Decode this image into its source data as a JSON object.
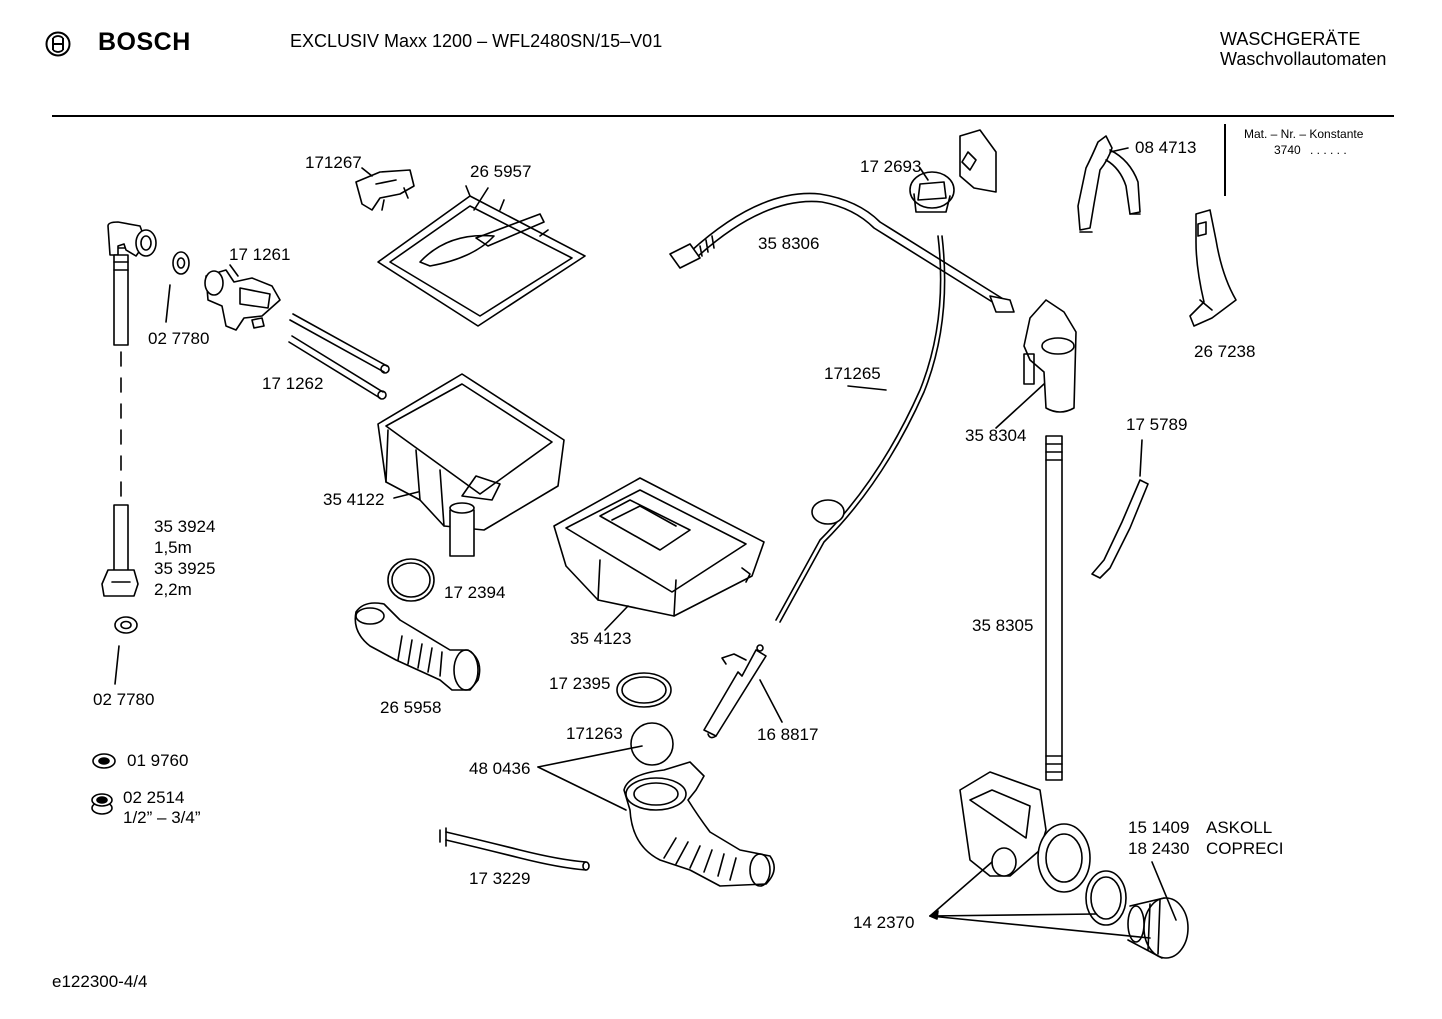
{
  "header": {
    "brand": "BOSCH",
    "model_title": "EXCLUSIV Maxx 1200 – WFL2480SN/15–V01",
    "category": "WASCHGERÄTE",
    "subcategory": "Waschvollautomaten"
  },
  "info_box": {
    "title": "Mat. – Nr. – Konstante",
    "value": "3740",
    "dots": ". .   . . . ."
  },
  "footer": {
    "diagram_id": "e122300-4/4"
  },
  "parts": {
    "p171267": "171267",
    "p265957": "26 5957",
    "p171261": "17 1261",
    "p027780a": "02 7780",
    "p171262": "17 1262",
    "p354122": "35 4122",
    "p353924": "35 3924",
    "len1": "1,5m",
    "p353925": "35 3925",
    "len2": "2,2m",
    "p027780b": "02 7780",
    "p172394": "17 2394",
    "p265958": "26 5958",
    "p354123": "35 4123",
    "p019760": "01 9760",
    "p022514": "02 2514",
    "thread": "1/2” – 3/4”",
    "p172395": "17 2395",
    "p171263": "171263",
    "p480436": "48 0436",
    "p168817": "16 8817",
    "p173229": "17 3229",
    "p172693": "17 2693",
    "p358306": "35 8306",
    "p171265": "171265",
    "p084713": "08 4713",
    "p267238": "26 7238",
    "p358304": "35 8304",
    "p175789": "17 5789",
    "p358305": "35 8305",
    "p151409": "15 1409",
    "askoll": "ASKOLL",
    "p182430": "18 2430",
    "copreci": "COPRECI",
    "p142370": "14 2370"
  }
}
